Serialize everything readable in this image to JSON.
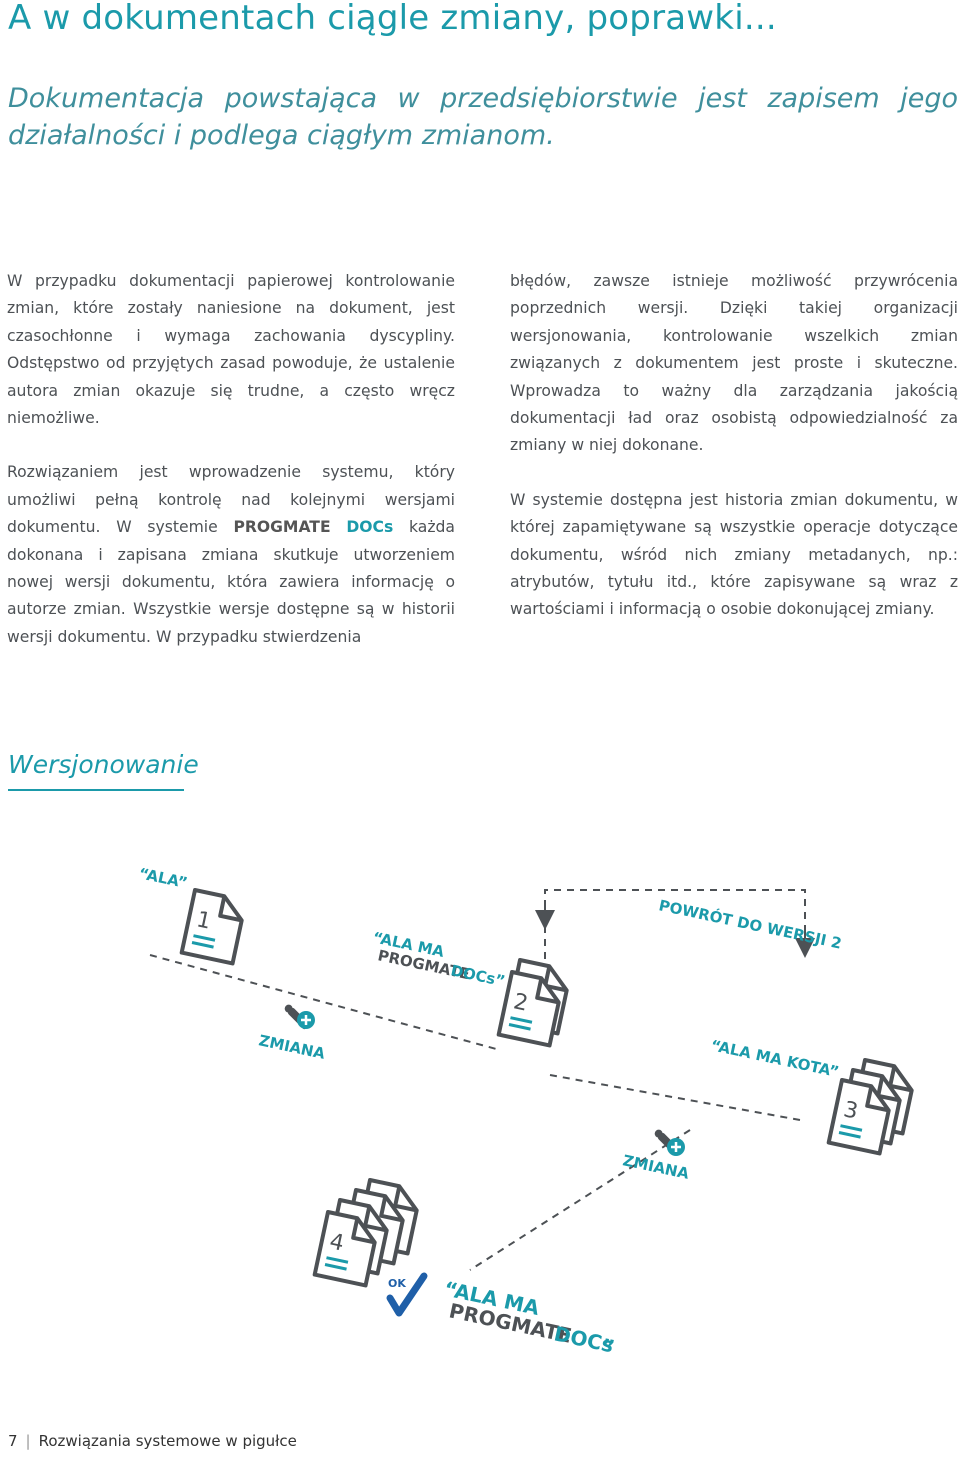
{
  "header": {
    "title": "A w dokumentach ciągle zmiany, poprawki...",
    "lead": "Dokumentacja powstająca w przedsiębiorstwie jest zapisem jego działalności i podlega ciągłym zmianom."
  },
  "column_left": {
    "p1": "W przypadku dokumentacji papierowej kontrolowanie zmian, które zostały naniesione na dokument, jest czasochłonne i wymaga zachowania dyscypliny. Odstępstwo od przyjętych zasad powoduje, że ustalenie autora zmian okazuje się trudne, a często wręcz niemożliwe.",
    "p2_a": "Rozwiązaniem jest wprowadzenie systemu, który umożliwi pełną kontrolę nad kolejnymi wersjami dokumentu. W systemie ",
    "brand_a": "PROGMATE",
    "brand_b": "DOCs",
    "p2_b": " każda dokonana i zapisana zmiana skutkuje utworzeniem nowej wersji dokumentu, która zawiera informację o autorze zmian. Wszystkie wersje dostępne są w historii wersji dokumentu. W przypadku stwierdzenia"
  },
  "column_right": {
    "p1": "błędów, zawsze istnieje możliwość przywrócenia poprzednich wersji. Dzięki takiej organizacji wersjonowania, kontrolowanie wszelkich zmian związanych z dokumentem jest proste i skuteczne. Wprowadza to ważny dla zarządzania jakością dokumentacji ład oraz osobistą odpowiedzialność za zmiany w niej dokonane.",
    "p2": "W systemie dostępna jest historia zmian dokumentu, w której zapamiętywane są wszystkie operacje dotyczące dokumentu, wśród nich zmiany metadanych, np.: atrybutów, tytułu itd., które zapisywane są wraz z wartościami i informacją o osobie dokonującej zmiany."
  },
  "section": {
    "title": "Wersjonowanie"
  },
  "diagram": {
    "label_ala": "“ALA”",
    "label_ala_ma": "“ALA MA",
    "label_progmate": "PROGMATE",
    "label_docs_quote": "DOCs”",
    "label_docs": "DOCs",
    "label_quote_close": "”",
    "label_powrot": "POWRÓT DO WERSJI 2",
    "label_ala_ma_kota": "“ALA MA KOTA”",
    "label_zmiana": "ZMIANA",
    "label_ok": "OK",
    "doc_numbers": [
      "1",
      "2",
      "3",
      "4"
    ],
    "colors": {
      "accent": "#1b9aaa",
      "stroke": "#4d5155",
      "ok_blue": "#1f5fa8"
    }
  },
  "footer": {
    "page_number": "7",
    "section_name": "Rozwiązania systemowe w pigułce"
  }
}
